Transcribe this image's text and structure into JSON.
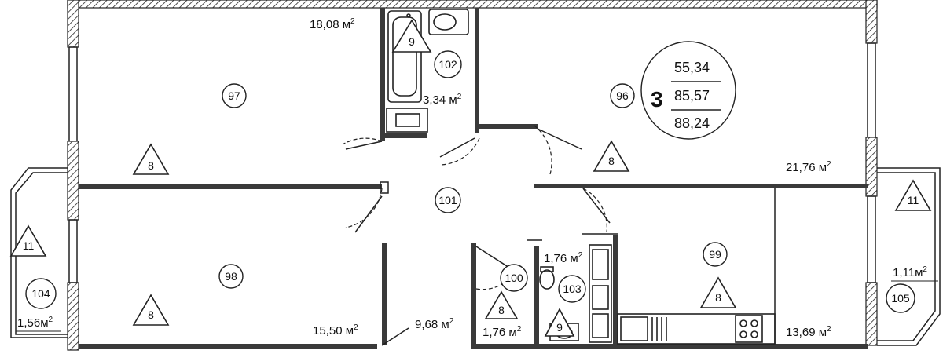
{
  "apartment": {
    "rooms_count": "3",
    "area_living": "55,34",
    "area_total": "85,57",
    "area_total_with_balcony": "88,24"
  },
  "rooms": [
    {
      "id": "97",
      "area": "18,08",
      "unit": "м",
      "tag": "8"
    },
    {
      "id": "102",
      "area": "3,34",
      "unit": "м",
      "tag": "9"
    },
    {
      "id": "96",
      "area": "21,76",
      "unit": "м",
      "tag": "8"
    },
    {
      "id": "98",
      "area": "15,50",
      "unit": "м",
      "tag": "8"
    },
    {
      "id": "101",
      "area": "9,68",
      "unit": "м"
    },
    {
      "id": "100",
      "area": "1,76",
      "unit": "м",
      "tag": "8"
    },
    {
      "id": "103",
      "area": "1,76",
      "unit": "м",
      "tag": "9"
    },
    {
      "id": "99",
      "area": "13,69",
      "unit": "м",
      "tag": "8"
    },
    {
      "id": "104",
      "area": "1,56",
      "unit": "м",
      "tag": "11"
    },
    {
      "id": "105",
      "area": "1,11",
      "unit": "м",
      "tag": "11"
    }
  ],
  "superscript": "2"
}
